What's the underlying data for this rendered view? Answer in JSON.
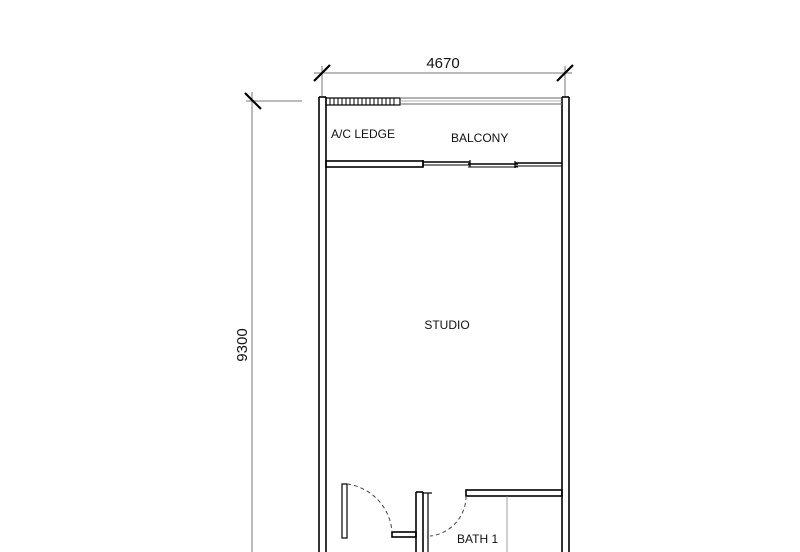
{
  "dimensions": {
    "width_label": "4670",
    "height_label": "9300"
  },
  "rooms": {
    "ac_ledge": "A/C LEDGE",
    "balcony": "BALCONY",
    "studio": "STUDIO",
    "bath": "BATH 1"
  },
  "colors": {
    "line": "#000000",
    "thin_line": "#555555",
    "dim_line": "#777777",
    "background": "#ffffff"
  }
}
